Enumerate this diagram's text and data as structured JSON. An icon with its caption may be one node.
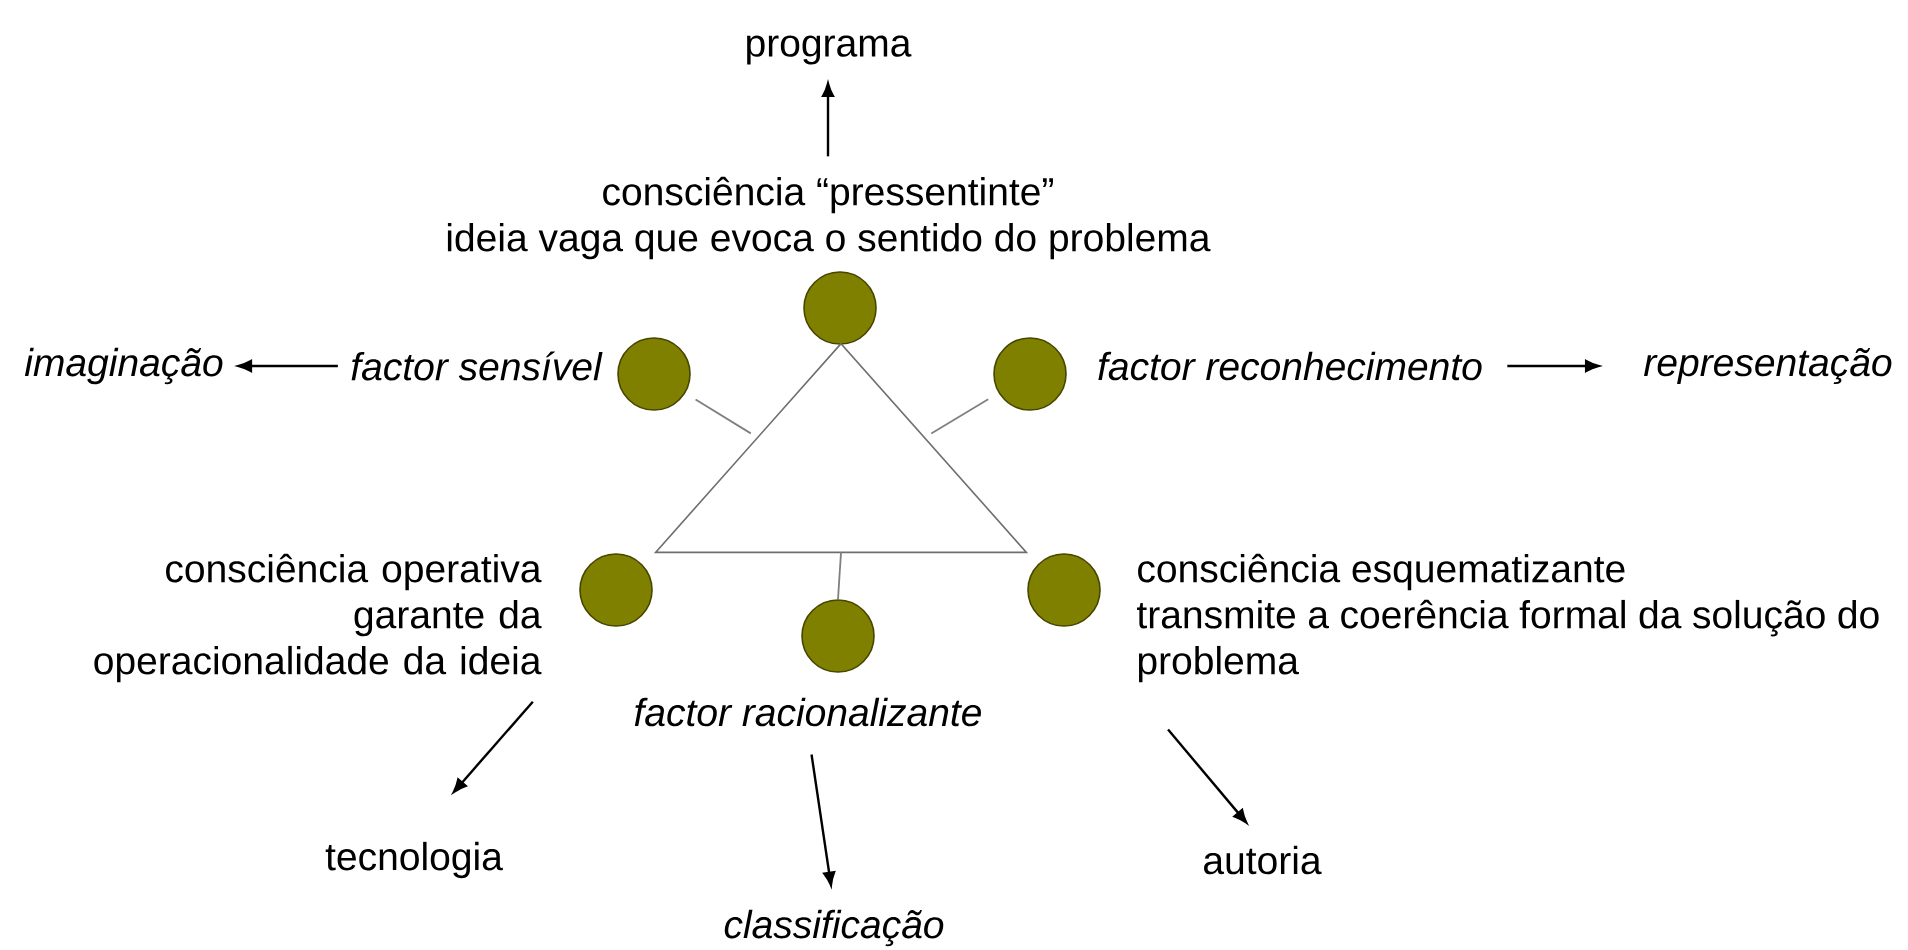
{
  "diagram": {
    "nodes": [
      {
        "text": [
          "programa"
        ]
      },
      {
        "text": [
          "consciência “pressentinte”",
          "ideia vaga que evoca o sentido do problema"
        ]
      },
      {
        "text": [],
        "shape": "circle"
      },
      {
        "text": [
          "imaginação"
        ]
      },
      {
        "text": [
          "factor sensível"
        ]
      },
      {
        "text": [],
        "shape": "circle"
      },
      {
        "text": [
          "factor reconhecimento"
        ]
      },
      {
        "text": [],
        "shape": "circle"
      },
      {
        "text": [
          "representação"
        ]
      },
      {
        "text": [],
        "shape": "triangle"
      },
      {
        "text": [
          "consciência operativa",
          "garante da operacionalidade da ideia"
        ]
      },
      {
        "text": [],
        "shape": "circle"
      },
      {
        "text": [],
        "shape": "circle"
      },
      {
        "text": [],
        "shape": "circle"
      },
      {
        "text": [
          "consciência esquematizante",
          "transmite a coerência formal da solução do problema"
        ]
      },
      {
        "text": [
          "factor racionalizante"
        ]
      },
      {
        "text": [
          "tecnologia"
        ]
      },
      {
        "text": [
          "classificação"
        ]
      },
      {
        "text": [
          "autoria"
        ]
      }
    ],
    "edges": [
      {
        "from": 1,
        "to": 0,
        "arrow": "to"
      },
      {
        "from": 4,
        "to": 3,
        "arrow": "to"
      },
      {
        "from": 6,
        "to": 8,
        "arrow": "to"
      },
      {
        "from": 5,
        "to": 9,
        "arrow": "none",
        "color": "#808080"
      },
      {
        "from": 7,
        "to": 9,
        "arrow": "none",
        "color": "#808080"
      },
      {
        "from": 12,
        "to": 9,
        "arrow": "none",
        "color": "#808080"
      },
      {
        "from": 10,
        "to": 16,
        "arrow": "to"
      },
      {
        "from": 15,
        "to": 17,
        "arrow": "to"
      },
      {
        "from": 14,
        "to": 18,
        "arrow": "to"
      }
    ]
  }
}
